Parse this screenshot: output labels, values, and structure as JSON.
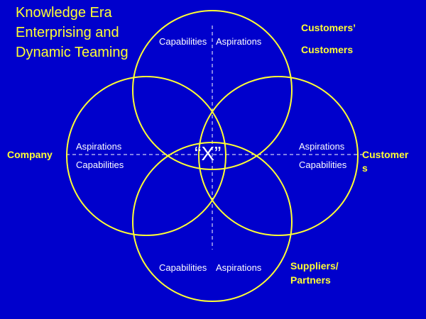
{
  "title": {
    "line1": "Knowledge Era",
    "line2": "Enterprising and",
    "line3": "Dynamic Teaming"
  },
  "circles": {
    "top": {
      "left_label": "Capabilities",
      "right_label": "Aspirations"
    },
    "left": {
      "top_label": "Aspirations",
      "bottom_label": "Capabilities"
    },
    "right": {
      "top_label": "Aspirations",
      "bottom_label": "Capabilities"
    },
    "bottom": {
      "left_label": "Capabilities",
      "right_label": "Aspirations"
    }
  },
  "center_label": "“X”",
  "stakeholders": {
    "company": "Company",
    "customers_line1": "Customer",
    "customers_line2": "s",
    "customers_customers_line1": "Customers’",
    "customers_customers_line2": "Customers",
    "suppliers_line1": "Suppliers/",
    "suppliers_line2": "Partners"
  },
  "colors": {
    "background": "#0000cc",
    "circle_stroke": "#ffff33",
    "heading_text": "#ffff33",
    "label_text": "#ffffff",
    "axis_dash": "#ffffff"
  }
}
